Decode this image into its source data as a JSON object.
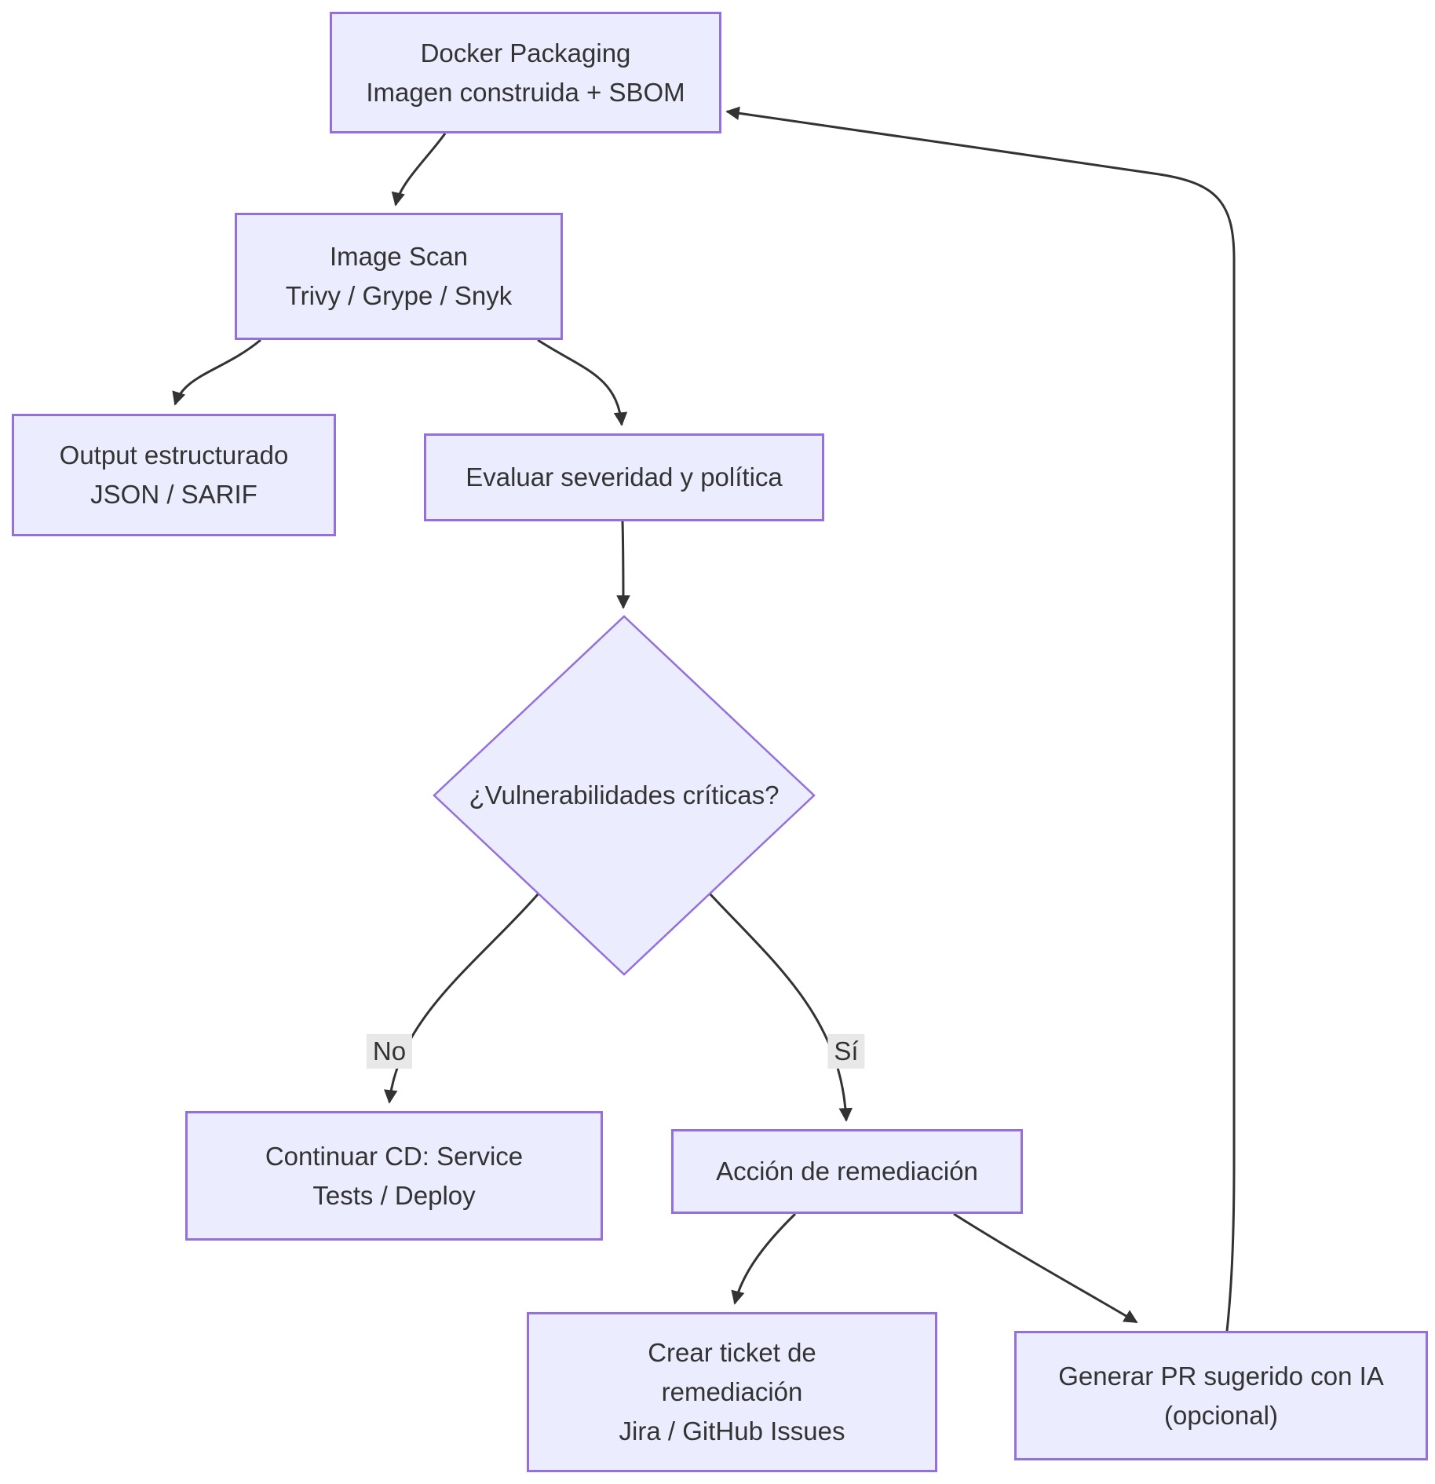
{
  "colors": {
    "background": "#ffffff",
    "node_fill": "#ececff",
    "node_border": "#9370db",
    "edge_color": "#333333",
    "text_color": "#333333",
    "label_bg": "#e8e8e8"
  },
  "nodes": {
    "docker_packaging": {
      "lines": [
        "Docker Packaging",
        "Imagen construida + SBOM"
      ]
    },
    "image_scan": {
      "lines": [
        "Image Scan",
        "Trivy / Grype / Snyk"
      ]
    },
    "structured_output": {
      "lines": [
        "Output estructurado",
        "JSON / SARIF"
      ]
    },
    "evaluate_policy": {
      "lines": [
        "Evaluar severidad y política"
      ]
    },
    "critical_vulnerabilities": {
      "label": "¿Vulnerabilidades críticas?"
    },
    "continue_cd": {
      "lines": [
        "Continuar CD: Service",
        "Tests / Deploy"
      ]
    },
    "remediation_action": {
      "lines": [
        "Acción de remediación"
      ]
    },
    "create_ticket": {
      "lines": [
        "Crear ticket de",
        "remediación",
        "Jira / GitHub Issues"
      ]
    },
    "generate_pr": {
      "lines": [
        "Generar PR sugerido con IA",
        "(opcional)"
      ]
    }
  },
  "edge_labels": {
    "no": "No",
    "si": "Sí"
  }
}
